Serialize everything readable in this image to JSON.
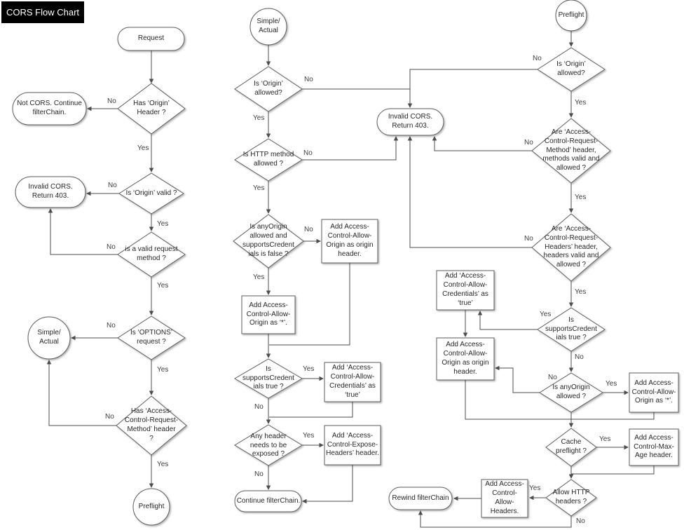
{
  "title": "CORS Flow Chart",
  "edge_labels": {
    "yes": "Yes",
    "no": "No"
  },
  "colors": {
    "title_bg": "#000000",
    "title_fg": "#ffffff",
    "shape_stroke": "#5b5b5b",
    "line": "#4d4d4d",
    "shape_fill": "#ffffff"
  },
  "nodes": {
    "request": "Request",
    "has_origin_header": "Has ‘Origin’\nHeader ?",
    "not_cors": "Not CORS. Continue\nfilterChain.",
    "invalid_cors_left": "Invalid CORS.\nReturn 403.",
    "is_origin_valid": "Is ‘Origin’ valid ?",
    "is_valid_request_method": "is a valid request\nmethod ?",
    "is_options_request": "Is ‘OPTIONS’\nrequest ?",
    "simple_actual_left": "Simple/\nActual",
    "has_acrm_header": "Has ‘Access-\nControl-Request-\nMethod’ header\n?",
    "preflight_left": "Preflight",
    "simple_actual_mid": "Simple/\nActual",
    "is_origin_allowed_mid": "Is ‘Origin’\nallowed?",
    "invalid_cors_mid": "Invalid CORS.\nReturn 403.",
    "is_http_method_allowed": "Is HTTP method\nallowed ?",
    "is_anyorigin_no_credentials": "Is anyOrigin\nallowed and\nsupportsCredent\nials is false ?",
    "add_origin_header_mid": "Add Access-\nControl-Allow-\nOrigin as origin\nheader.",
    "add_origin_star_mid": "Add Access-\nControl-Allow-\nOrigin as ‘*’.",
    "is_supports_credentials_mid": "Is\nsupportsCredent\nials true ?",
    "add_credentials_mid": "Add ‘Access-\nControl-Allow-\nCredentials’ as\n‘true’",
    "any_header_exposed": "Any header\nneeds to be\nexposed ?",
    "add_expose_headers": "Add ‘Access-\nControl-Expose-\nHeaders’ header.",
    "continue_filterchain": "Continue filterChain.",
    "preflight_right": "Preflight",
    "is_origin_allowed_right": "Is ‘Origin’\nallowed?",
    "are_acrm_valid": "Are ‘Access-\nControl-Request-\nMethod’ header,\nmethods valid and\nallowed ?",
    "are_acrh_valid": "Are ‘Access-\nControl-Request-\nHeaders’ header,\nheaders valid and\nallowed ?",
    "is_supports_credentials_right": "Is\nsupportsCredent\nials true ?",
    "add_credentials_right": "Add ‘Access-\nControl-Allow-\nCredentials’ as\n‘true’",
    "add_origin_header_right": "Add Access-\nControl-Allow-\nOrigin as origin\nheader.",
    "is_anyorigin_allowed": "Is anyOrigin\nallowed ?",
    "add_origin_star_right": "Add Access-\nControl-Allow-\nOrigin as ‘*’.",
    "cache_preflight": "Cache\npreflight ?",
    "add_max_age": "Add Access-\nControl-Max-\nAge header.",
    "allow_http_headers": "Allow HTTP\nheaders ?",
    "add_allow_headers": "Add Access-\nControl-\nAllow-\nHeaders.",
    "rewind_filterchain": "Rewind filterChain"
  }
}
